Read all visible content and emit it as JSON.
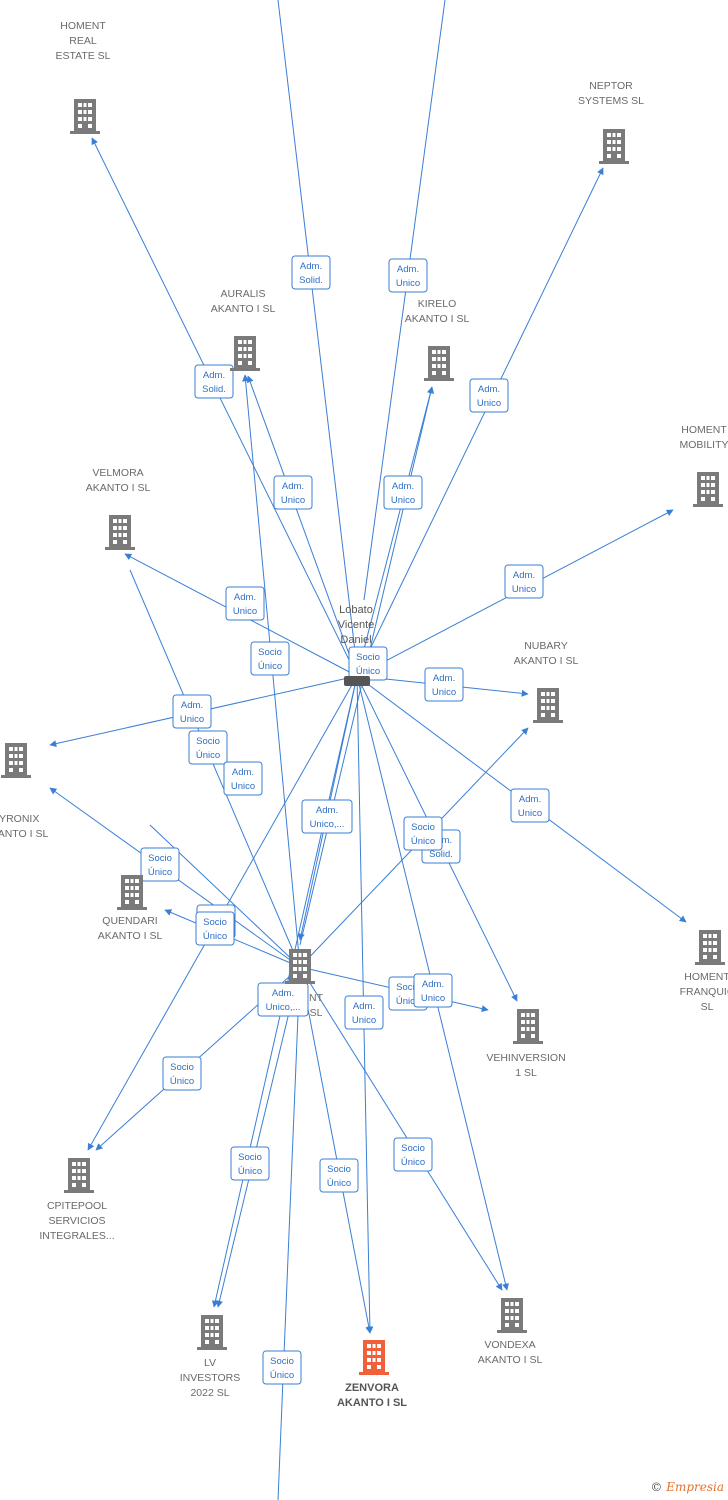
{
  "colors": {
    "edge": "#3a7fd5",
    "building": "#7a7a7a",
    "building_highlight": "#f0603a",
    "label": "#6a6a6a"
  },
  "center_person": {
    "id": "lobato",
    "name": [
      "Lobato",
      "Vicente",
      "Daniel"
    ]
  },
  "nodes": [
    {
      "id": "homent_real",
      "label": [
        "HOMENT",
        "REAL",
        "ESTATE  SL"
      ],
      "icon": "building-icon"
    },
    {
      "id": "neptor",
      "label": [
        "NEPTOR",
        "SYSTEMS  SL"
      ],
      "icon": "building-icon"
    },
    {
      "id": "auralis",
      "label": [
        "AURALIS",
        "AKANTO I  SL"
      ],
      "icon": "building-icon"
    },
    {
      "id": "kirelo",
      "label": [
        "KIRELO",
        "AKANTO I  SL"
      ],
      "icon": "building-icon"
    },
    {
      "id": "homent_mobility",
      "label": [
        "HOMENT",
        "MOBILITY"
      ],
      "icon": "building-icon"
    },
    {
      "id": "velmora",
      "label": [
        "VELMORA",
        "AKANTO I  SL"
      ],
      "icon": "building-icon"
    },
    {
      "id": "nubary",
      "label": [
        "NUBARY",
        "AKANTO I  SL"
      ],
      "icon": "building-icon"
    },
    {
      "id": "tyronix",
      "label": [
        "TYRONIX",
        "AKANTO I  SL"
      ],
      "icon": "building-icon"
    },
    {
      "id": "quendari",
      "label": [
        "QUENDARI",
        "AKANTO I  SL"
      ],
      "icon": "building-icon"
    },
    {
      "id": "hub",
      "label": [
        "NT",
        "SL"
      ],
      "icon": "building-icon"
    },
    {
      "id": "homent_franq",
      "label": [
        "HOMENT",
        "FRANQUIC",
        "SL"
      ],
      "icon": "building-icon"
    },
    {
      "id": "vehinversion",
      "label": [
        "VEHINVERSION",
        "1  SL"
      ],
      "icon": "building-icon"
    },
    {
      "id": "cpitepool",
      "label": [
        "CPITEPOOL",
        "SERVICIOS",
        "INTEGRALES..."
      ],
      "icon": "building-icon"
    },
    {
      "id": "lv",
      "label": [
        "LV",
        "INVESTORS",
        "2022  SL"
      ],
      "icon": "building-icon"
    },
    {
      "id": "zenvora",
      "label": [
        "ZENVORA",
        "AKANTO I  SL"
      ],
      "icon": "building-icon",
      "highlight": true
    },
    {
      "id": "vondexa",
      "label": [
        "VONDEXA",
        "AKANTO I  SL"
      ],
      "icon": "building-icon"
    }
  ],
  "edge_labels": [
    [
      "Adm.",
      "Solid."
    ],
    [
      "Adm.",
      "Unico"
    ],
    [
      "Adm.",
      "Solid."
    ],
    [
      "Adm.",
      "Unico"
    ],
    [
      "Adm.",
      "Unico"
    ],
    [
      "Adm.",
      "Unico"
    ],
    [
      "Adm.",
      "Unico"
    ],
    [
      "Adm.",
      "Unico"
    ],
    [
      "Socio",
      "Único"
    ],
    [
      "Socio",
      "Único"
    ],
    [
      "Adm.",
      "Unico"
    ],
    [
      "Adm.",
      "Unico"
    ],
    [
      "Socio",
      "Único"
    ],
    [
      "Adm.",
      "Unico"
    ],
    [
      "Adm.",
      "Unico,..."
    ],
    [
      "Adm.",
      "Unico"
    ],
    [
      "Adm.",
      "Solid."
    ],
    [
      "Socio",
      "Único"
    ],
    [
      "Socio",
      "Único"
    ],
    [
      "Adm.",
      "Unico"
    ],
    [
      "Socio",
      "Único"
    ],
    [
      "Adm.",
      "Unico,..."
    ],
    [
      "Socio",
      "Único"
    ],
    [
      "Adm.",
      "Unico"
    ],
    [
      "Adm.",
      "Unico"
    ],
    [
      "Socio",
      "Único"
    ],
    [
      "Socio",
      "Único"
    ],
    [
      "Socio",
      "Único"
    ],
    [
      "Socio",
      "Único"
    ],
    [
      "Socio",
      "Único"
    ]
  ],
  "footer": {
    "copyright": "©",
    "brand": "Empresia"
  }
}
